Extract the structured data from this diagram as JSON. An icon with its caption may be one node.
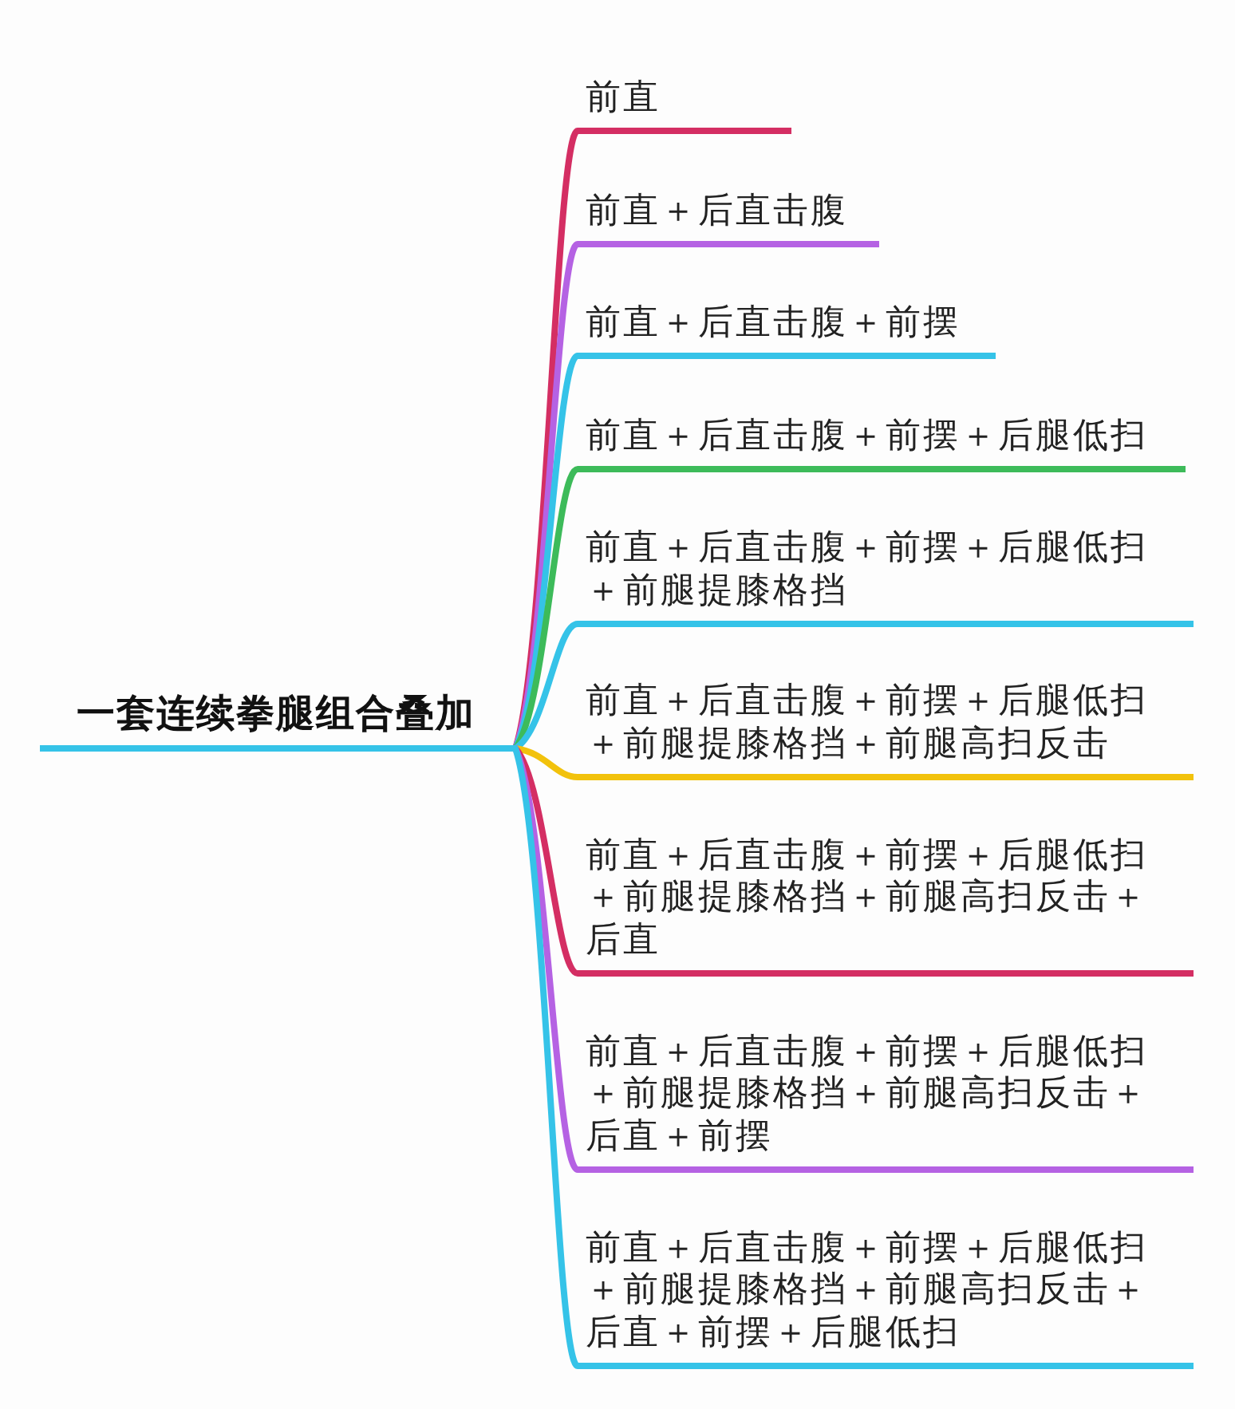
{
  "diagram": {
    "nodes": [
      {
        "text": [
          "一套连续拳腿组合叠加"
        ]
      },
      {
        "text": [
          "前直"
        ]
      },
      {
        "text": [
          "前直＋后直击腹"
        ]
      },
      {
        "text": [
          "前直＋后直击腹＋前摆"
        ]
      },
      {
        "text": [
          "前直＋后直击腹＋前摆＋后腿低扫"
        ]
      },
      {
        "text": [
          "前直＋后直击腹＋前摆＋后腿低扫＋前腿提膝格挡"
        ]
      },
      {
        "text": [
          "前直＋后直击腹＋前摆＋后腿低扫＋前腿提膝格挡＋前腿高扫反击"
        ]
      },
      {
        "text": [
          "前直＋后直击腹＋前摆＋后腿低扫＋前腿提膝格挡＋前腿高扫反击＋后直"
        ]
      },
      {
        "text": [
          "前直＋后直击腹＋前摆＋后腿低扫＋前腿提膝格挡＋前腿高扫反击＋后直＋前摆"
        ]
      },
      {
        "text": [
          "前直＋后直击腹＋前摆＋后腿低扫＋前腿提膝格挡＋前腿高扫反击＋后直＋前摆＋后腿低扫"
        ]
      }
    ],
    "edges": [
      {
        "from": 0,
        "to": 1,
        "arrow": "none",
        "color": "#d42e63"
      },
      {
        "from": 0,
        "to": 2,
        "arrow": "none",
        "color": "#b562e3"
      },
      {
        "from": 0,
        "to": 3,
        "arrow": "none"
      },
      {
        "from": 0,
        "to": 4,
        "arrow": "none",
        "color": "#3dbb5a"
      },
      {
        "from": 0,
        "to": 5,
        "arrow": "none"
      },
      {
        "from": 0,
        "to": 6,
        "arrow": "none",
        "color": "#f2c20c"
      },
      {
        "from": 0,
        "to": 7,
        "arrow": "none",
        "color": "#d42e63"
      },
      {
        "from": 0,
        "to": 8,
        "arrow": "none",
        "color": "#b562e3"
      },
      {
        "from": 0,
        "to": 9,
        "arrow": "none"
      }
    ]
  }
}
